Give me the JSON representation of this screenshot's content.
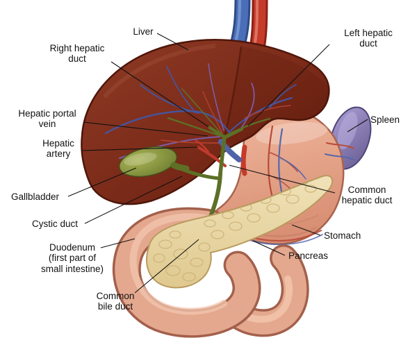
{
  "figure": {
    "type": "medical-illustration",
    "subject": "Liver, biliary system and surrounding abdominal organs"
  },
  "labels": {
    "liver": "Liver",
    "right_hepatic_duct": "Right hepatic\nduct",
    "left_hepatic_duct": "Left hepatic\nduct",
    "hepatic_portal_vein": "Hepatic portal\nvein",
    "hepatic_artery": "Hepatic\nartery",
    "gallbladder": "Gallbladder",
    "cystic_duct": "Cystic duct",
    "duodenum": "Duodenum\n(first part of\nsmall intestine)",
    "common_bile_duct": "Common\nbile duct",
    "spleen": "Spleen",
    "common_hepatic_duct": "Common\nhepatic duct",
    "stomach": "Stomach",
    "pancreas": "Pancreas"
  },
  "colors": {
    "liver": "#7a2a18",
    "stomach": "#e4a88f",
    "spleen": "#9186c2",
    "pancreas": "#ecdcab",
    "gallbladder": "#8a9a48",
    "bile_duct": "#5c7026",
    "artery": "#c53b2a",
    "vein": "#4a6fb8",
    "label_text": "#111111",
    "leader_line": "#111111",
    "background": "#ffffff"
  }
}
